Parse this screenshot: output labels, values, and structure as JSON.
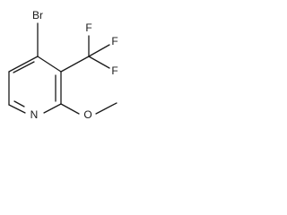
{
  "molecule": {
    "atoms": {
      "br": "Br",
      "n": "N",
      "o": "O",
      "f1": "F",
      "f2": "F",
      "f3": "F"
    }
  }
}
